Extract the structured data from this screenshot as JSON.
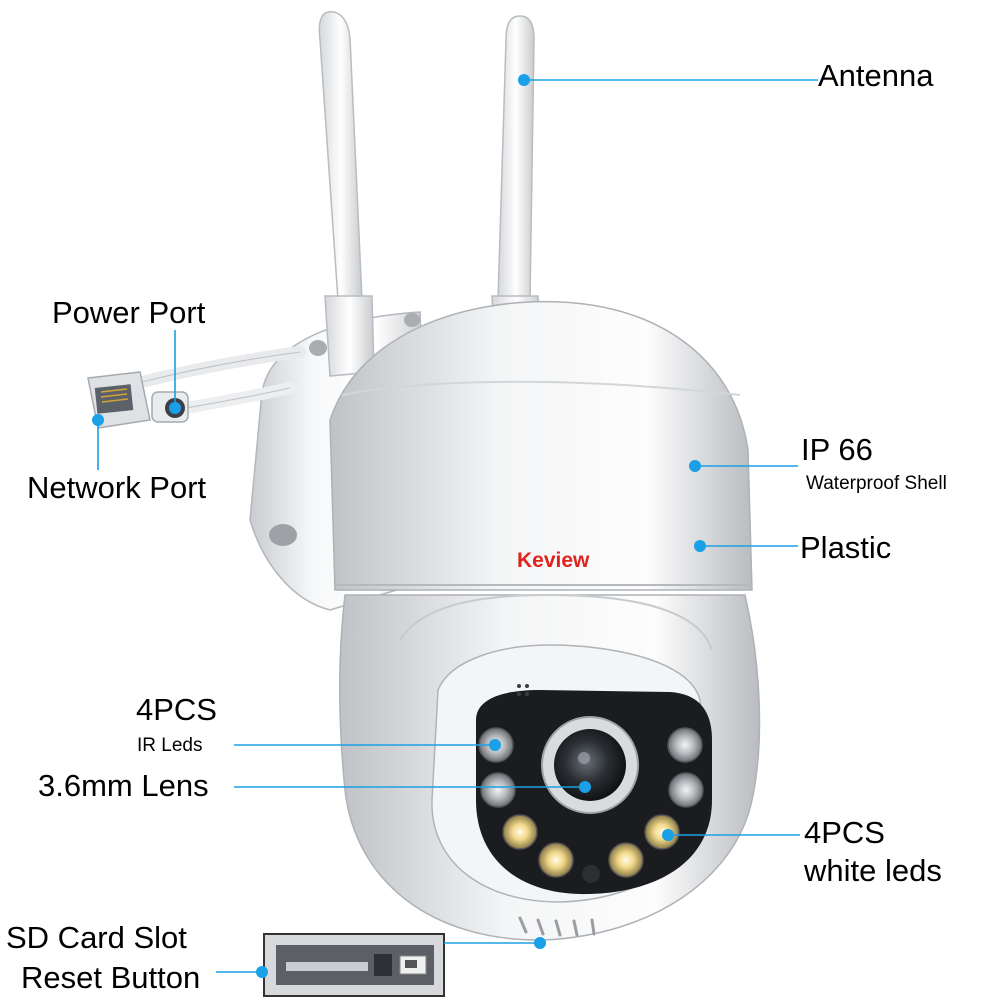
{
  "brand": {
    "name": "Keview",
    "color": "#e0231c"
  },
  "accent_color": "#1aa0e6",
  "callouts": {
    "antenna": "Antenna",
    "power_port": "Power Port",
    "network_port": "Network Port",
    "ip_rating": "IP 66",
    "waterproof": "Waterproof Shell",
    "plastic": "Plastic",
    "ir_count": "4PCS",
    "ir_leds": "IR Leds",
    "lens": "3.6mm Lens",
    "white_count": "4PCS",
    "white_leds": "white leds",
    "sd_slot": "SD Card Slot",
    "reset_button": "Reset Button"
  }
}
